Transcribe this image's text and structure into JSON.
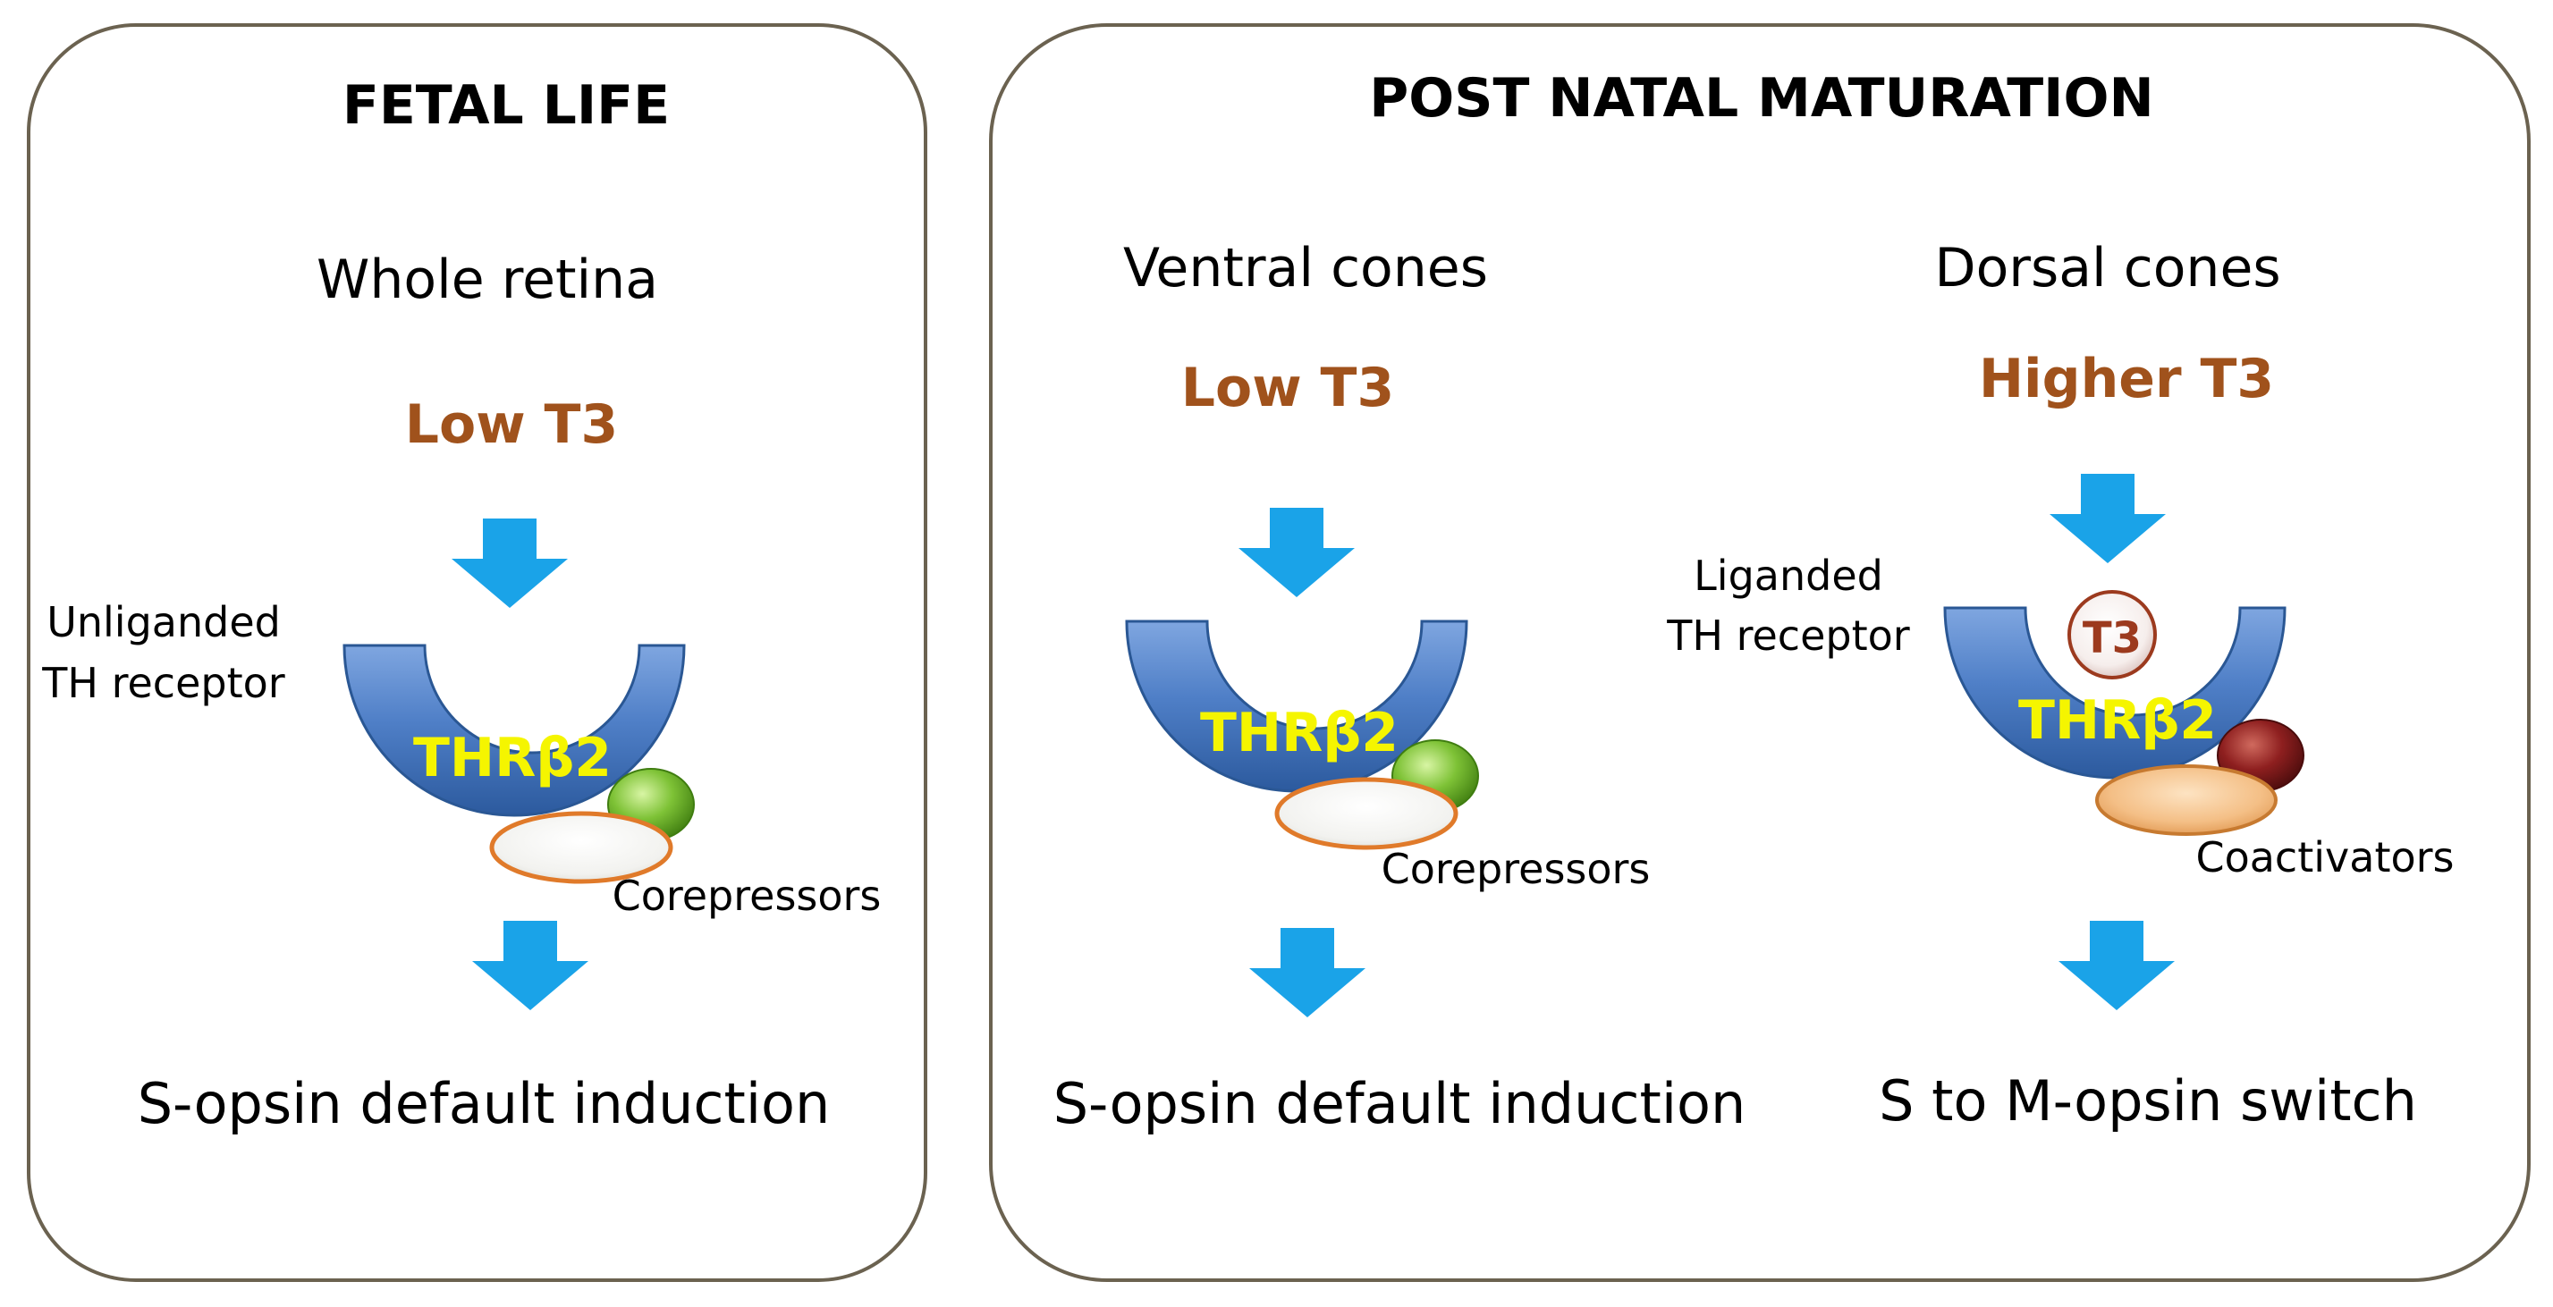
{
  "panels": [
    {
      "title": "FETAL LIFE",
      "columns": [
        {
          "condition": "Whole retina",
          "t3_level": "Low T3",
          "receptor_label_line1": "Unliganded",
          "receptor_label_line2": "TH receptor",
          "receptor_name": "THRβ2",
          "partner_label": "Corepressors",
          "ligand": "",
          "outcome": "S-opsin default induction"
        }
      ]
    },
    {
      "title": "POST NATAL MATURATION",
      "columns": [
        {
          "condition": "Ventral cones",
          "t3_level": "Low T3",
          "receptor_label_line1": "",
          "receptor_label_line2": "",
          "receptor_name": "THRβ2",
          "partner_label": "Corepressors",
          "ligand": "",
          "outcome": "S-opsin default induction"
        },
        {
          "condition": "Dorsal cones",
          "t3_level": "Higher T3",
          "receptor_label_line1": "Liganded",
          "receptor_label_line2": "TH receptor",
          "receptor_name": "THRβ2",
          "partner_label": "Coactivators",
          "ligand": "T3",
          "outcome": "S to M-opsin switch"
        }
      ]
    }
  ],
  "colors": {
    "arrow": "#1aa3e8",
    "receptor": "#4f7fc7",
    "t3_text": "#a0521c",
    "receptor_text": "#f5f500",
    "corepressor_ball": "#7ec236",
    "coactivator_ball": "#8e1f1f",
    "corepressor_disc": "#f2f2ef",
    "coactivator_disc": "#f4bf86"
  }
}
